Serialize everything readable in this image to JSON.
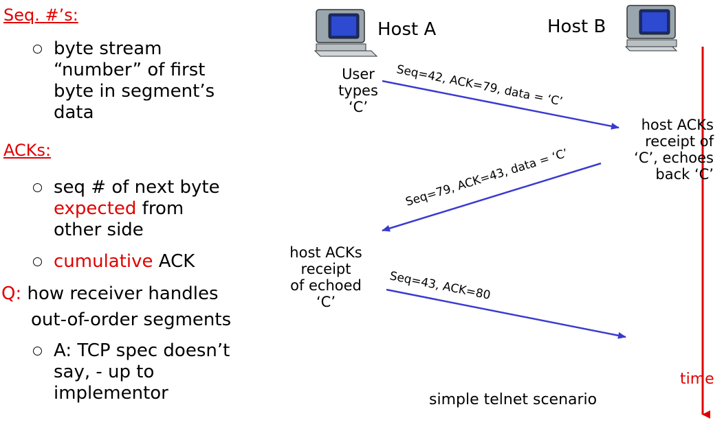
{
  "left": {
    "seq_heading": "Seq. #’s:",
    "seq_bullet": [
      "byte stream",
      "“number” of first",
      "byte in segment’s",
      "data"
    ],
    "acks_heading": "ACKs:",
    "ack_bullet1": {
      "line1": "seq # of next byte",
      "expected": "expected",
      "line2_rest": " from",
      "line3": "other side"
    },
    "ack_bullet2": {
      "red": "cumulative",
      "rest": " ACK"
    },
    "q_label": "Q:",
    "q_line1": " how receiver handles",
    "q_line2": "out-of-order segments",
    "answer_bullet": [
      "A: TCP spec doesn’t",
      "say, - up to",
      "implementor"
    ]
  },
  "diagram": {
    "host_a": "Host A",
    "host_b": "Host B",
    "user_types": [
      "User",
      "types",
      "‘C’"
    ],
    "host_b_note": [
      "host ACKs",
      "receipt of",
      "‘C’, echoes",
      "back ‘C’"
    ],
    "host_a_note": [
      "host ACKs",
      "receipt",
      "of echoed",
      "‘C’"
    ],
    "msg1": "Seq=42, ACK=79, data = ‘C’",
    "msg2": "Seq=79, ACK=43, data = ‘C’",
    "msg3": "Seq=43, ACK=80",
    "time": "time",
    "caption": "simple telnet scenario",
    "colors": {
      "arrow": "#3a3ad0",
      "timeline": "#e00000",
      "accent": "#e00000"
    }
  }
}
